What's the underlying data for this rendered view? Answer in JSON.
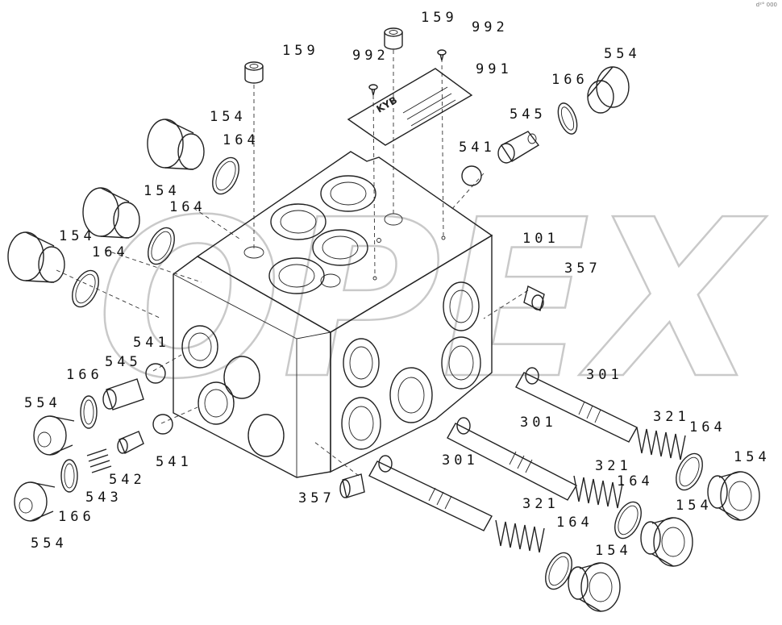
{
  "corner_note": "d²° 000",
  "watermark_text": "OPEX",
  "nameplate_text": "KYB",
  "callouts": [
    {
      "id": "159a",
      "text": "159"
    },
    {
      "id": "159b",
      "text": "159"
    },
    {
      "id": "992a",
      "text": "992"
    },
    {
      "id": "992b",
      "text": "992"
    },
    {
      "id": "991",
      "text": "991"
    },
    {
      "id": "554a",
      "text": "554"
    },
    {
      "id": "166a",
      "text": "166"
    },
    {
      "id": "545a",
      "text": "545"
    },
    {
      "id": "541a",
      "text": "541"
    },
    {
      "id": "154a",
      "text": "154"
    },
    {
      "id": "164a",
      "text": "164"
    },
    {
      "id": "154b",
      "text": "154"
    },
    {
      "id": "164b",
      "text": "164"
    },
    {
      "id": "154c",
      "text": "154"
    },
    {
      "id": "164c",
      "text": "164"
    },
    {
      "id": "101",
      "text": "101"
    },
    {
      "id": "357a",
      "text": "357"
    },
    {
      "id": "541b",
      "text": "541"
    },
    {
      "id": "545b",
      "text": "545"
    },
    {
      "id": "166b",
      "text": "166"
    },
    {
      "id": "554b",
      "text": "554"
    },
    {
      "id": "301a",
      "text": "301"
    },
    {
      "id": "301b",
      "text": "301"
    },
    {
      "id": "301c",
      "text": "301"
    },
    {
      "id": "321a",
      "text": "321"
    },
    {
      "id": "321b",
      "text": "321"
    },
    {
      "id": "321c",
      "text": "321"
    },
    {
      "id": "164d",
      "text": "164"
    },
    {
      "id": "164e",
      "text": "164"
    },
    {
      "id": "164f",
      "text": "164"
    },
    {
      "id": "154d",
      "text": "154"
    },
    {
      "id": "154e",
      "text": "154"
    },
    {
      "id": "154f",
      "text": "154"
    },
    {
      "id": "541c",
      "text": "541"
    },
    {
      "id": "542",
      "text": "542"
    },
    {
      "id": "543",
      "text": "543"
    },
    {
      "id": "166c",
      "text": "166"
    },
    {
      "id": "554c",
      "text": "554"
    },
    {
      "id": "357b",
      "text": "357"
    }
  ]
}
